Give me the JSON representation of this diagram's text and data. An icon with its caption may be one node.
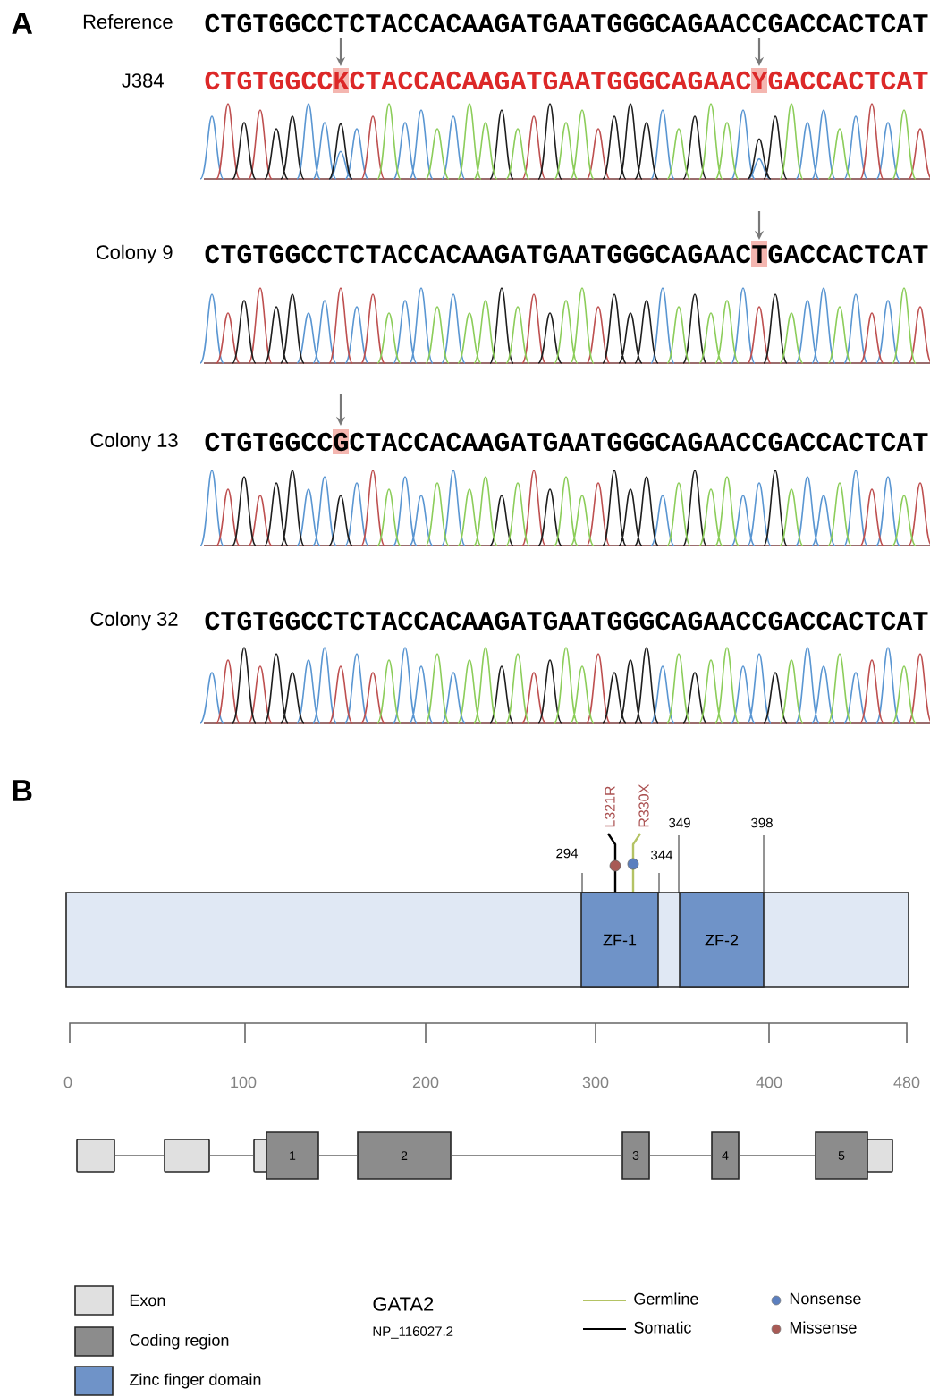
{
  "diagram": {
    "nodes": [
      {
        "text": [],
        "shape": "bar"
      },
      {
        "text": [
          "ZF-1"
        ],
        "in": 0
      },
      {
        "text": [
          "ZF-2"
        ],
        "in": 0
      },
      {
        "text": [],
        "shape": "box"
      },
      {
        "text": [],
        "shape": "box"
      },
      {
        "text": [],
        "shape": "box"
      },
      {
        "text": [
          "1"
        ]
      },
      {
        "text": [
          "2"
        ]
      },
      {
        "text": [
          "3"
        ]
      },
      {
        "text": [
          "4"
        ]
      },
      {
        "text": [
          "5"
        ]
      },
      {
        "text": [],
        "shape": "box"
      }
    ],
    "edges": [
      {
        "from": 3,
        "to": 4,
        "arrow": "none"
      },
      {
        "from": 4,
        "to": 5,
        "arrow": "none"
      },
      {
        "from": 6,
        "to": 7,
        "arrow": "none"
      },
      {
        "from": 7,
        "to": 8,
        "arrow": "none"
      },
      {
        "from": 8,
        "to": 9,
        "arrow": "none"
      },
      {
        "from": 9,
        "to": 10,
        "arrow": "none"
      }
    ],
    "labels": [
      "A",
      "Reference",
      "CTGTGGCCTCTACCACAAGATGAATGGGCAGAACCGACCACTCAT",
      "J384",
      "CTGTGGCCKCTACCACAAGATGAATGGGCAGAACYGACCACTCAT",
      "Colony 9",
      "CTGTGGCCTCTACCACAAGATGAATGGGCAGAACTGACCACTCAT",
      "Colony 13",
      "CTGTGGCCGCTACCACAAGATGAATGGGCAGAACCGACCACTCAT",
      "Colony 32",
      "CTGTGGCCTCTACCACAAGATGAATGGGCAGAACCGACCACTCAT",
      "B",
      "L321R",
      "R330X",
      "349",
      "398",
      "294",
      "344",
      "0",
      "100",
      "200",
      "300",
      "400",
      "480",
      "GATA2",
      "NP_116027.2"
    ],
    "legend": [
      {
        "text": "Exon",
        "color": "#e0e0e0"
      },
      {
        "text": "Coding region",
        "color": "#8c8c8c"
      },
      {
        "text": "Zinc finger domain",
        "color": "#6f93c8"
      },
      {
        "text": "Germline"
      },
      {
        "text": "Somatic"
      },
      {
        "text": "Nonsense",
        "color": "#5b7fbf"
      },
      {
        "text": "Missense",
        "color": "#a85a55"
      }
    ]
  }
}
